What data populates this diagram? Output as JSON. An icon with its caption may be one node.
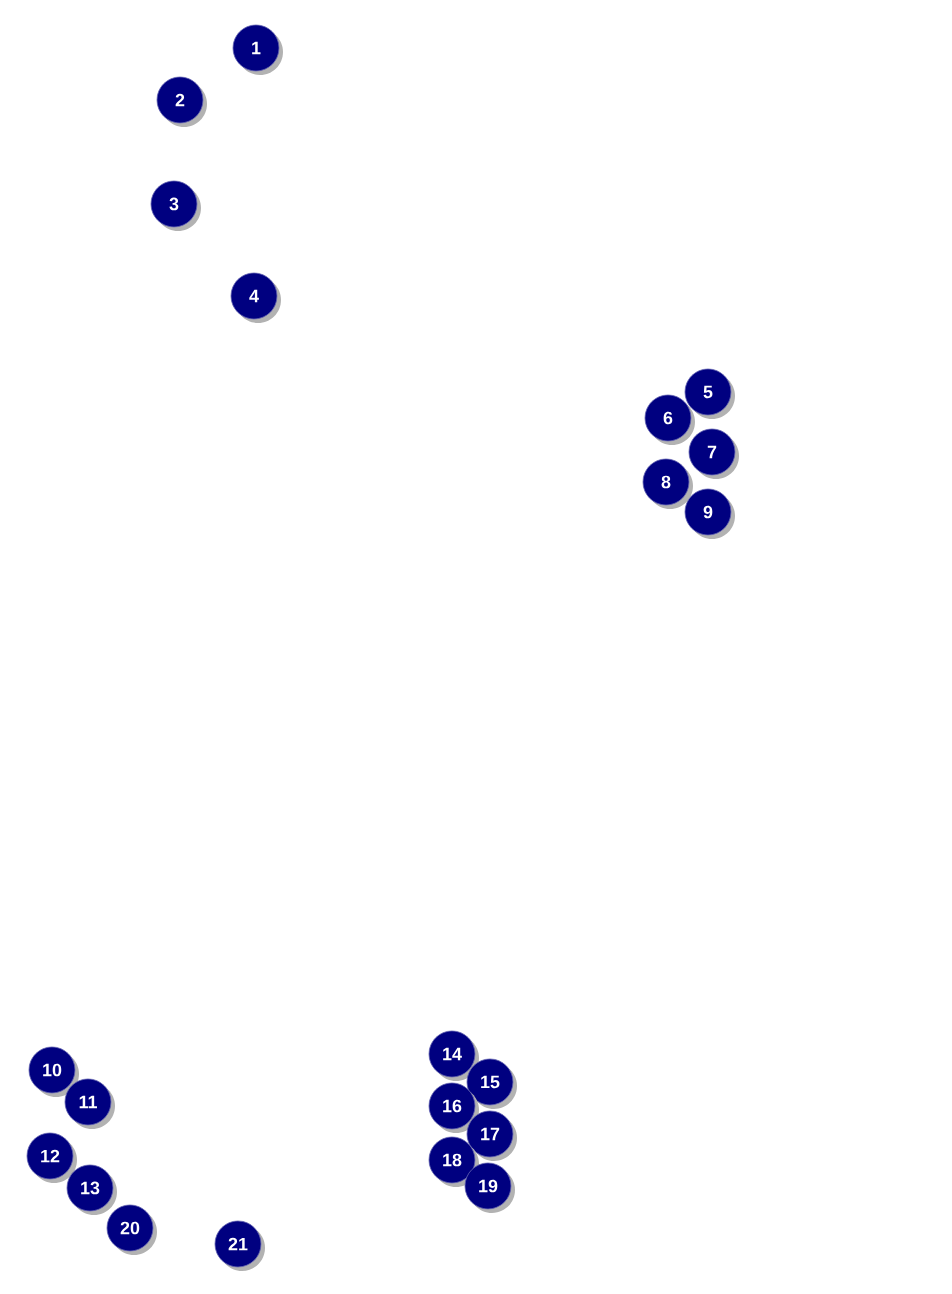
{
  "diagram": {
    "nodes": [
      {
        "text": [
          "1"
        ]
      },
      {
        "text": [
          "2"
        ]
      },
      {
        "text": [
          "3"
        ]
      },
      {
        "text": [
          "4"
        ]
      },
      {
        "text": [
          "5"
        ]
      },
      {
        "text": [
          "6"
        ]
      },
      {
        "text": [
          "7"
        ]
      },
      {
        "text": [
          "8"
        ]
      },
      {
        "text": [
          "9"
        ]
      },
      {
        "text": [
          "10"
        ]
      },
      {
        "text": [
          "11"
        ]
      },
      {
        "text": [
          "12"
        ]
      },
      {
        "text": [
          "13"
        ]
      },
      {
        "text": [
          "14"
        ]
      },
      {
        "text": [
          "15"
        ]
      },
      {
        "text": [
          "16"
        ]
      },
      {
        "text": [
          "17"
        ]
      },
      {
        "text": [
          "18"
        ]
      },
      {
        "text": [
          "19"
        ]
      },
      {
        "text": [
          "20"
        ]
      },
      {
        "text": [
          "21"
        ]
      }
    ]
  }
}
